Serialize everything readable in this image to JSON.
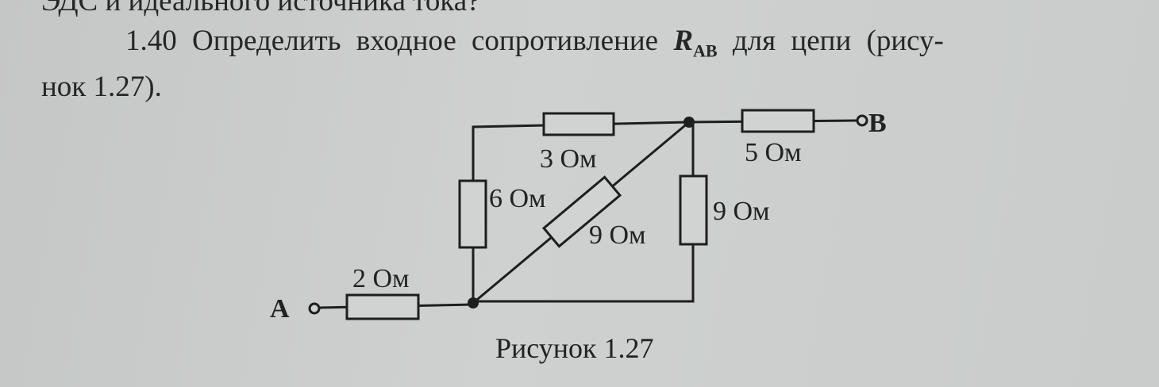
{
  "text": {
    "line1": "ЭДС и идеального источника тока?",
    "line2_prefix": "1.40 Определить входное сопротивление",
    "line2_symbol": "R",
    "line2_subscript": "AB",
    "line2_suffix": "для цепи (рису-",
    "line3": "нок 1.27)."
  },
  "diagram": {
    "terminal_a": "A",
    "terminal_b": "B",
    "r_top": "3 Ом",
    "r_out": "5 Ом",
    "r_left": "6 Ом",
    "r_diag": "9 Ом",
    "r_right": "9 Ом",
    "r_in": "2 Ом",
    "caption": "Рисунок 1.27"
  }
}
